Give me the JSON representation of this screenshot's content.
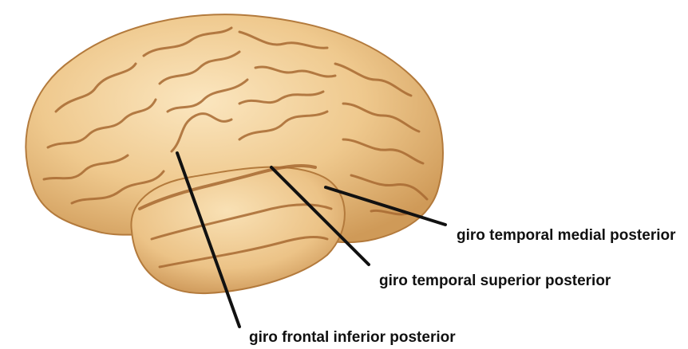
{
  "labels": {
    "medial": "giro temporal medial posterior",
    "superior": "giro temporal superior posterior",
    "frontal": "giro frontal inferior posterior"
  },
  "colors": {
    "brain_fill": "#efc98e",
    "brain_light": "#f8e2b8",
    "brain_shadow": "#c9924f",
    "sulcus": "#a86a32",
    "leader_line": "#111111",
    "label_text": "#111111"
  }
}
